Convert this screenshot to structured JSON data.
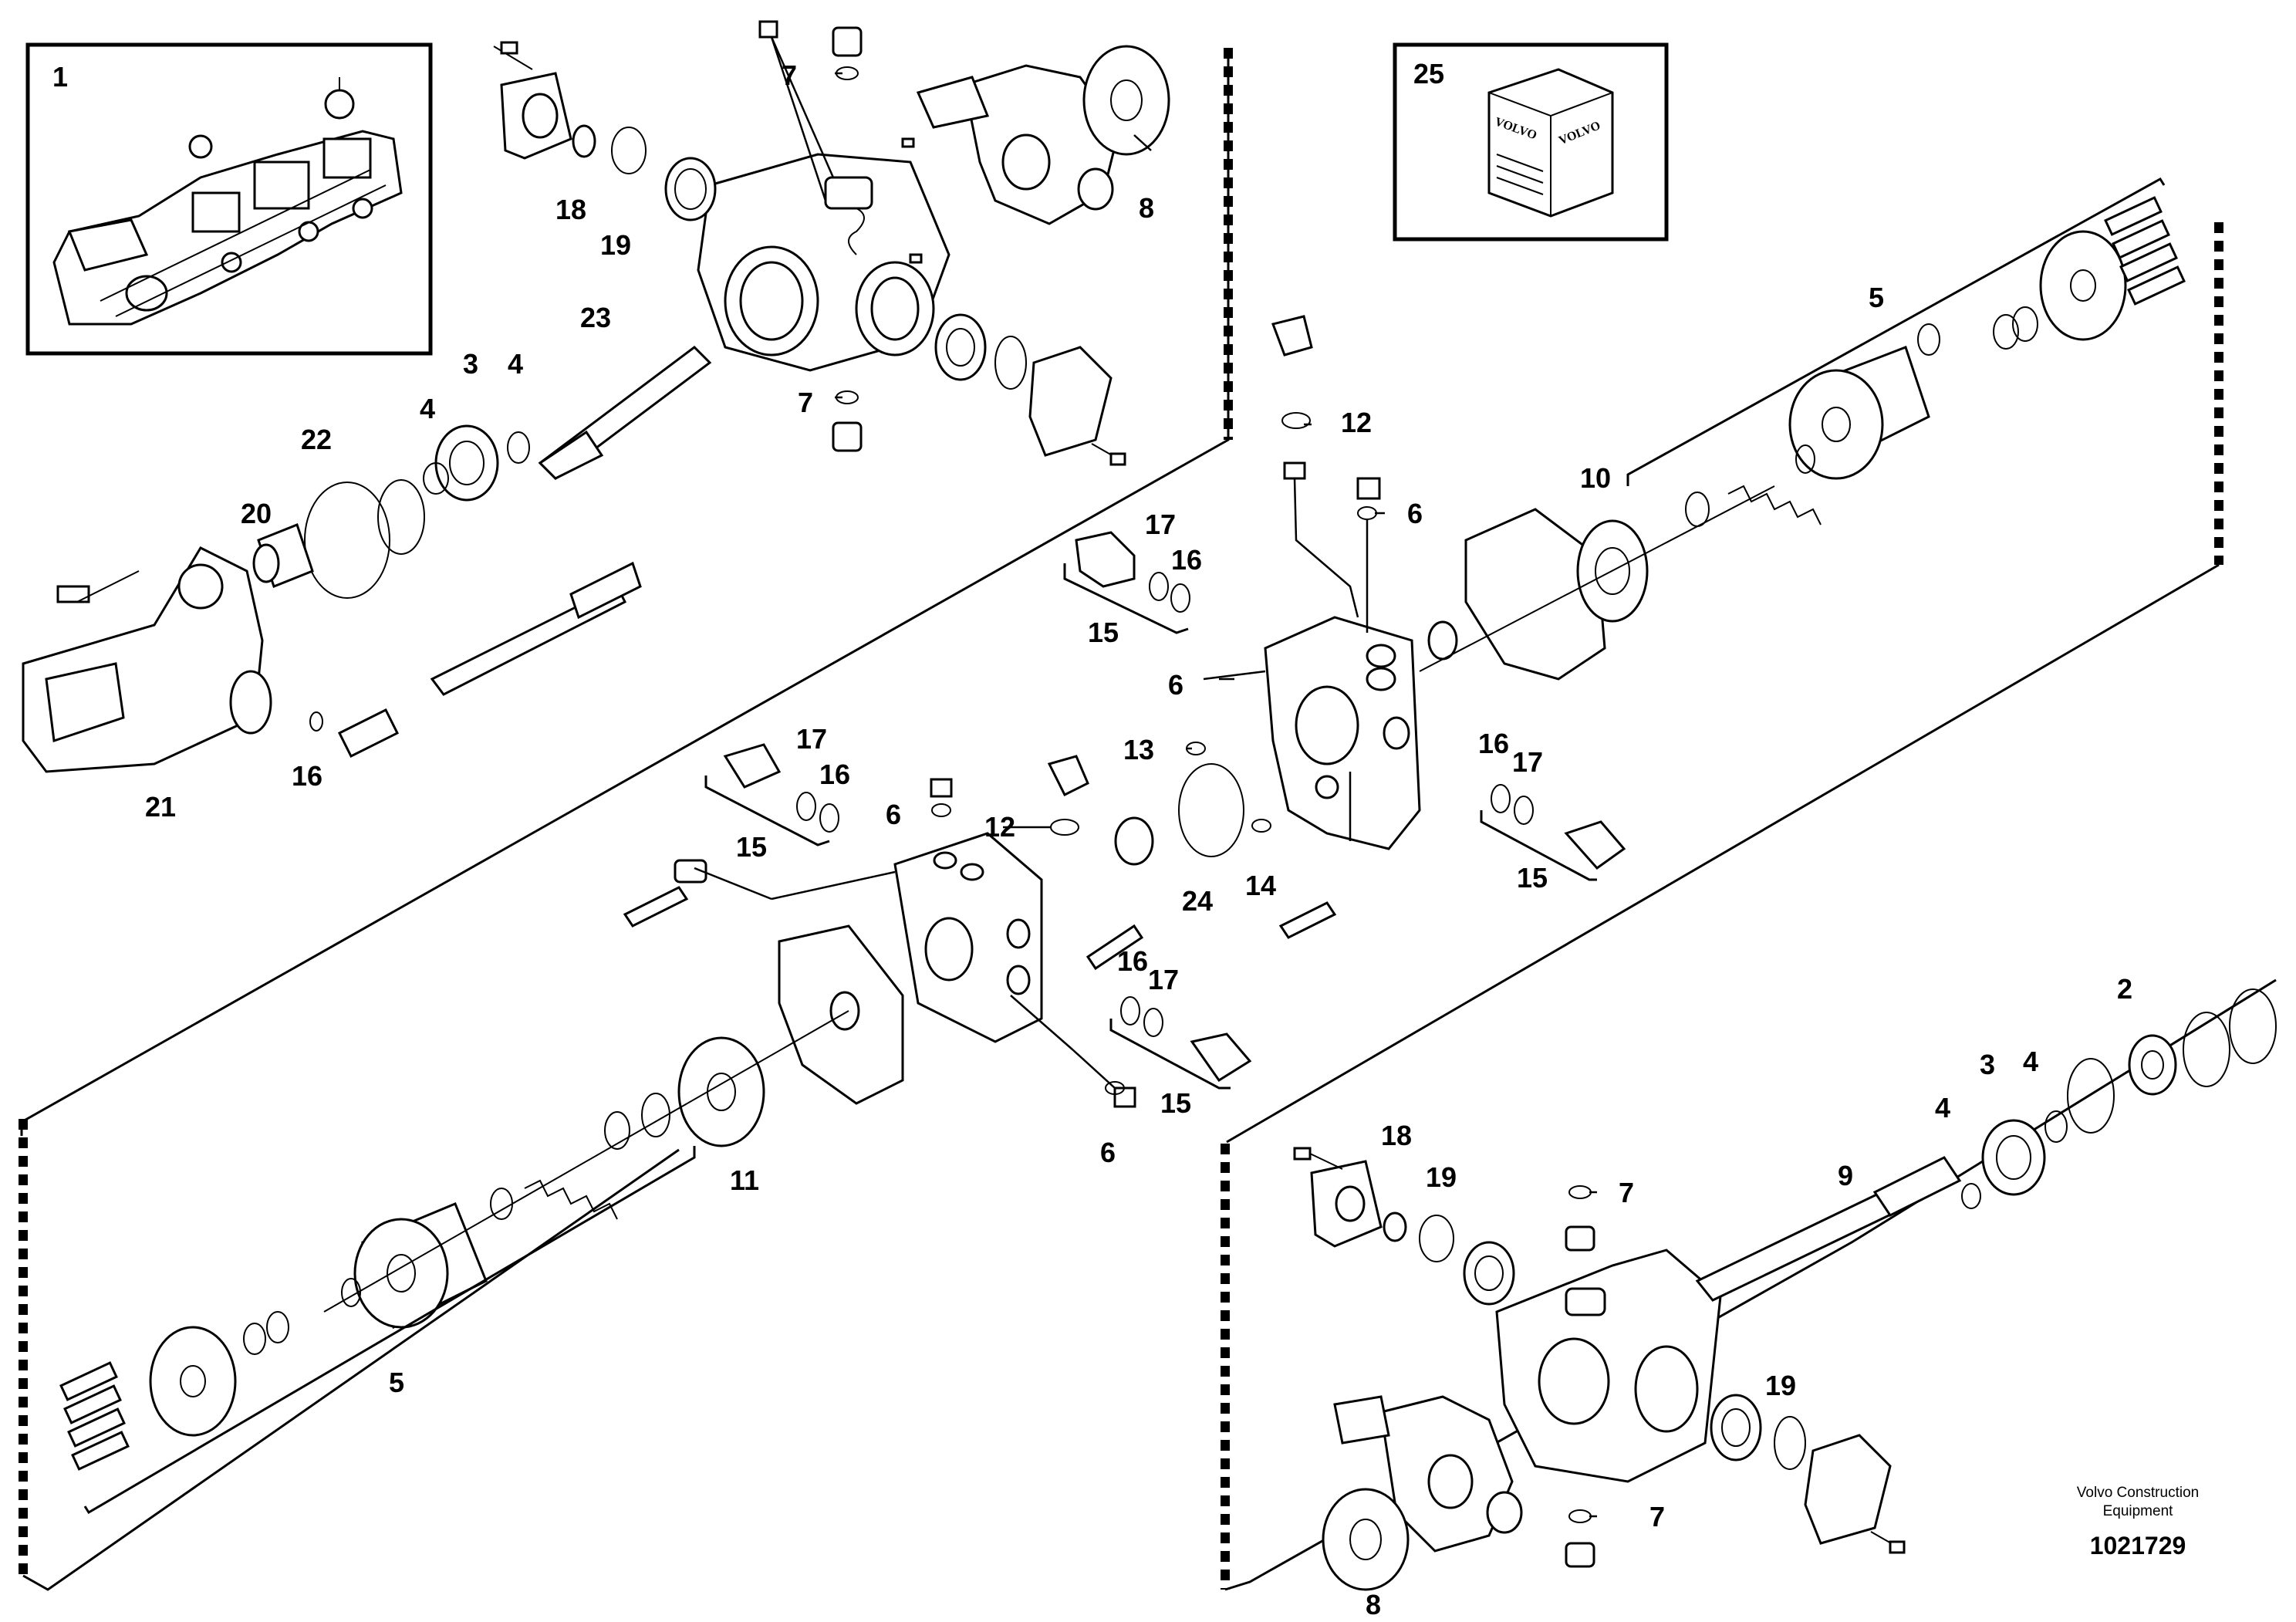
{
  "diagram": {
    "callouts": [
      {
        "id": "c1",
        "label": "1"
      },
      {
        "id": "c25",
        "label": "25"
      },
      {
        "id": "c7a",
        "label": "7"
      },
      {
        "id": "c18a",
        "label": "18"
      },
      {
        "id": "c19a",
        "label": "19"
      },
      {
        "id": "c8a",
        "label": "8"
      },
      {
        "id": "c23",
        "label": "23"
      },
      {
        "id": "c3a",
        "label": "3"
      },
      {
        "id": "c4a",
        "label": "4"
      },
      {
        "id": "c4b",
        "label": "4"
      },
      {
        "id": "c22",
        "label": "22"
      },
      {
        "id": "c20",
        "label": "20"
      },
      {
        "id": "c7b",
        "label": "7"
      },
      {
        "id": "c5a",
        "label": "5"
      },
      {
        "id": "c12a",
        "label": "12"
      },
      {
        "id": "c6a",
        "label": "6"
      },
      {
        "id": "c10",
        "label": "10"
      },
      {
        "id": "c17a",
        "label": "17"
      },
      {
        "id": "c16a",
        "label": "16"
      },
      {
        "id": "c15a",
        "label": "15"
      },
      {
        "id": "c6b",
        "label": "6"
      },
      {
        "id": "c16b",
        "label": "16"
      },
      {
        "id": "c21",
        "label": "21"
      },
      {
        "id": "c17b",
        "label": "17"
      },
      {
        "id": "c16c",
        "label": "16"
      },
      {
        "id": "c6c",
        "label": "6"
      },
      {
        "id": "c12b",
        "label": "12"
      },
      {
        "id": "c13",
        "label": "13"
      },
      {
        "id": "c16d",
        "label": "16"
      },
      {
        "id": "c17c",
        "label": "17"
      },
      {
        "id": "c15b",
        "label": "15"
      },
      {
        "id": "c24",
        "label": "24"
      },
      {
        "id": "c14",
        "label": "14"
      },
      {
        "id": "c15c",
        "label": "15"
      },
      {
        "id": "c16e",
        "label": "16"
      },
      {
        "id": "c17d",
        "label": "17"
      },
      {
        "id": "c15d",
        "label": "15"
      },
      {
        "id": "c2",
        "label": "2"
      },
      {
        "id": "c3b",
        "label": "3"
      },
      {
        "id": "c4c",
        "label": "4"
      },
      {
        "id": "c4d",
        "label": "4"
      },
      {
        "id": "c11",
        "label": "11"
      },
      {
        "id": "c6d",
        "label": "6"
      },
      {
        "id": "c18b",
        "label": "18"
      },
      {
        "id": "c19b",
        "label": "19"
      },
      {
        "id": "c7c",
        "label": "7"
      },
      {
        "id": "c9",
        "label": "9"
      },
      {
        "id": "c5b",
        "label": "5"
      },
      {
        "id": "c19c",
        "label": "19"
      },
      {
        "id": "c7d",
        "label": "7"
      },
      {
        "id": "c8b",
        "label": "8"
      }
    ],
    "kit_box_brand": "VOLVO"
  },
  "footer": {
    "company": "Volvo Construction Equipment",
    "doc_number": "1021729"
  }
}
